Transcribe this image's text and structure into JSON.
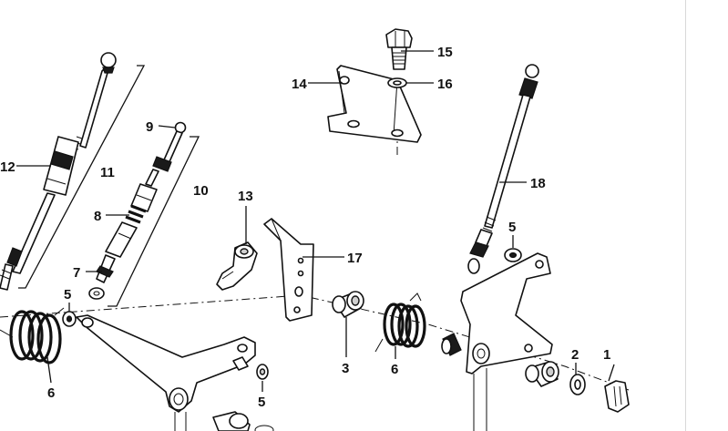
{
  "diagram": {
    "parts": [
      {
        "id": "p1",
        "label": "1"
      },
      {
        "id": "p2",
        "label": "2"
      },
      {
        "id": "p3",
        "label": "3"
      },
      {
        "id": "p5a",
        "label": "5"
      },
      {
        "id": "p5b",
        "label": "5"
      },
      {
        "id": "p5c",
        "label": "5"
      },
      {
        "id": "p6a",
        "label": "6"
      },
      {
        "id": "p6b",
        "label": "6"
      },
      {
        "id": "p7",
        "label": "7"
      },
      {
        "id": "p8",
        "label": "8"
      },
      {
        "id": "p9",
        "label": "9"
      },
      {
        "id": "p10",
        "label": "10"
      },
      {
        "id": "p11",
        "label": "11"
      },
      {
        "id": "p12",
        "label": "12"
      },
      {
        "id": "p13",
        "label": "13"
      },
      {
        "id": "p14",
        "label": "14"
      },
      {
        "id": "p15",
        "label": "15"
      },
      {
        "id": "p16",
        "label": "16"
      },
      {
        "id": "p17",
        "label": "17"
      },
      {
        "id": "p18",
        "label": "18"
      }
    ]
  }
}
